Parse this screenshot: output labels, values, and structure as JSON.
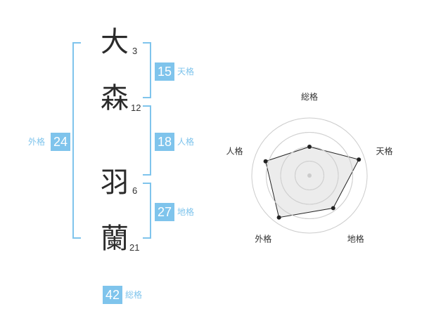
{
  "name_chars": [
    {
      "char": "大",
      "strokes": "3"
    },
    {
      "char": "森",
      "strokes": "12"
    },
    {
      "char": "羽",
      "strokes": "6"
    },
    {
      "char": "蘭",
      "strokes": "21"
    }
  ],
  "kaku": {
    "tenkaku": {
      "value": "15",
      "label": "天格"
    },
    "jinkaku": {
      "value": "18",
      "label": "人格"
    },
    "chikaku": {
      "value": "27",
      "label": "地格"
    },
    "gaikaku": {
      "value": "24",
      "label": "外格"
    },
    "soukaku": {
      "value": "42",
      "label": "総格"
    }
  },
  "colors": {
    "accent": "#7fc4ec",
    "text": "#333333"
  },
  "chart_data": {
    "type": "radar",
    "axes": [
      "総格",
      "天格",
      "地格",
      "外格",
      "人格"
    ],
    "values": [
      0.5,
      0.9,
      0.7,
      0.9,
      0.8
    ],
    "scale_max": 1,
    "rings": 4
  }
}
